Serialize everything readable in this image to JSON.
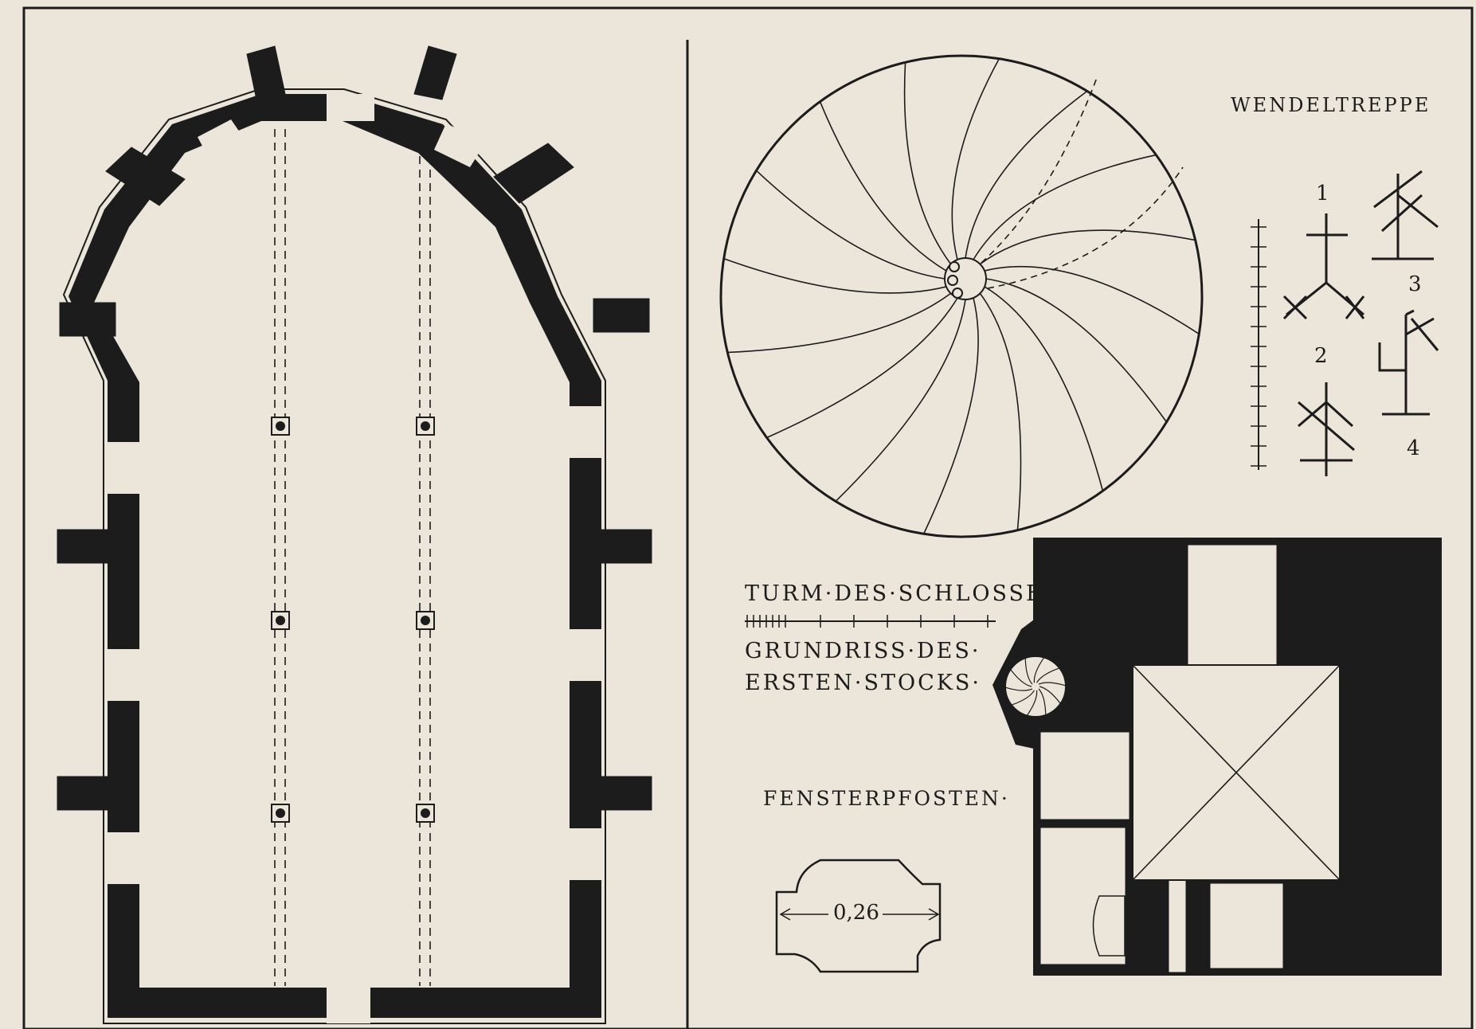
{
  "colors": {
    "paper": "#ebe6d9",
    "ink": "#1c1c1c"
  },
  "labels": {
    "wendeltreppe": "WENDELTREPPE",
    "turm": "TURM·DES·SCHLOSSES·",
    "grundriss_line1": "GRUNDRISS·DES·",
    "grundriss_line2": "ERSTEN·STOCKS·",
    "fensterpfosten": "FENSTERPFOSTEN·",
    "dimension": "0,26"
  },
  "mason_marks": [
    "1",
    "2",
    "3",
    "4"
  ]
}
